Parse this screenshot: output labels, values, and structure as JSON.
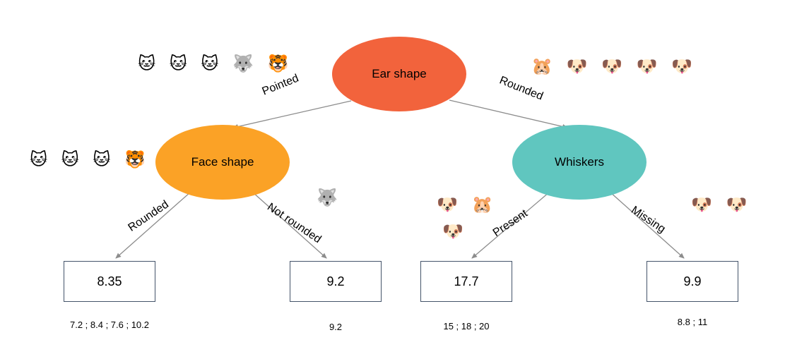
{
  "diagram": {
    "nodes": {
      "root": {
        "label": "Ear shape",
        "color": "#F2633C"
      },
      "face": {
        "label": "Face shape",
        "color": "#FBA226"
      },
      "whiskers": {
        "label": "Whiskers",
        "color": "#60C6BF"
      }
    },
    "branches": {
      "pointed": "Pointed",
      "rounded_root": "Rounded",
      "rounded_face": "Rounded",
      "not_rounded": "Not rounded",
      "present": "Present",
      "missing": "Missing"
    },
    "leaves": {
      "face_rounded": {
        "value": "8.35",
        "items": "7.2 ; 8.4 ; 7.6 ; 10.2"
      },
      "face_not_rounded": {
        "value": "9.2",
        "items": "9.2"
      },
      "whiskers_present": {
        "value": "17.7",
        "items": "15 ; 18 ; 20"
      },
      "whiskers_missing": {
        "value": "9.9",
        "items": "8.8 ; 11"
      }
    },
    "emojis": {
      "root_left_cats": "🐱 🐱 🐱 🐺 🐯",
      "root_right_dogs": "🐹 🐶 🐶 🐶 🐶",
      "face_left_cats": "🐱 🐱 🐱 🐯",
      "not_rounded_wolf": "🐺",
      "present_row1": "🐶 🐹",
      "present_row2": "🐶",
      "missing_dogs": "🐶 🐶"
    },
    "edge_color": "#8C8C8C"
  }
}
